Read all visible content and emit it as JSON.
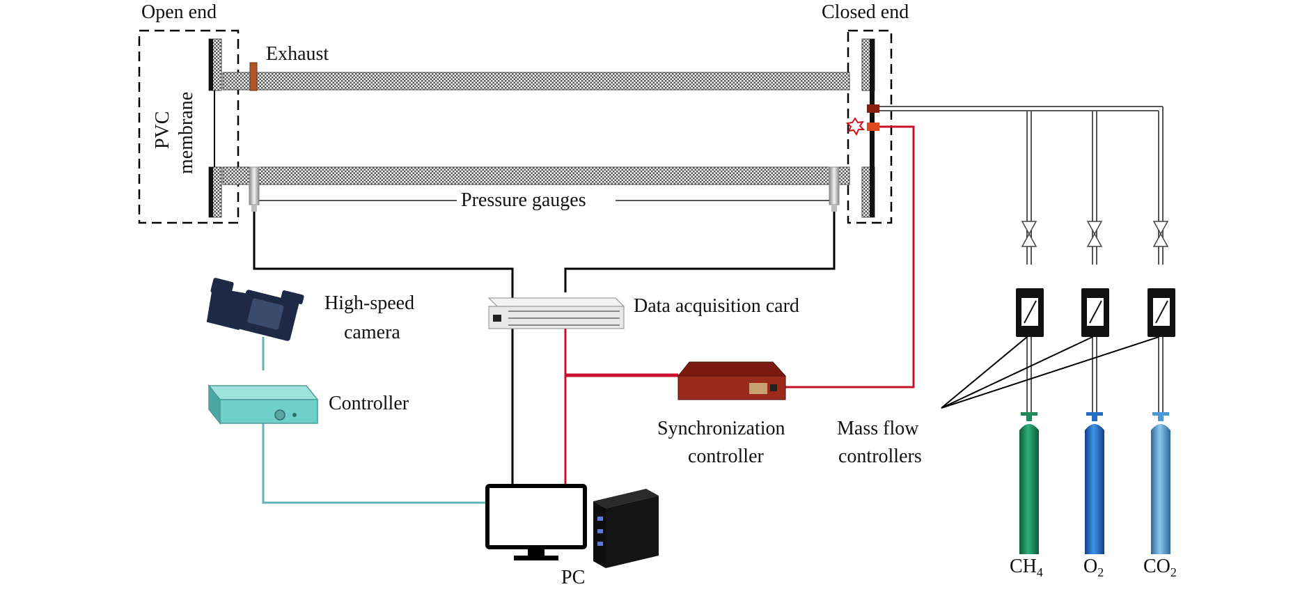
{
  "labels": {
    "open_end": "Open end",
    "closed_end": "Closed end",
    "exhaust": "Exhaust",
    "pvc_line1": "PVC",
    "pvc_line2": "membrane",
    "pressure_gauges": "Pressure gauges",
    "daq": "Data acquisition card",
    "camera_line1": "High-speed",
    "camera_line2": "camera",
    "controller": "Controller",
    "sync_line1": "Synchronization",
    "sync_line2": "controller",
    "mfc_line1": "Mass flow",
    "mfc_line2": "controllers",
    "pc": "PC"
  },
  "gases": [
    {
      "main": "CH",
      "sub": "4",
      "color": "#1e8a5a"
    },
    {
      "main": "O",
      "sub": "2",
      "color": "#1f6fc4"
    },
    {
      "main": "CO",
      "sub": "2",
      "color": "#4a9ad6"
    }
  ],
  "colors": {
    "signal_wire": "#c8102e",
    "camera_wire": "#5fb3b3",
    "data_wire": "#000000",
    "pipe_hatch": "#555555"
  }
}
